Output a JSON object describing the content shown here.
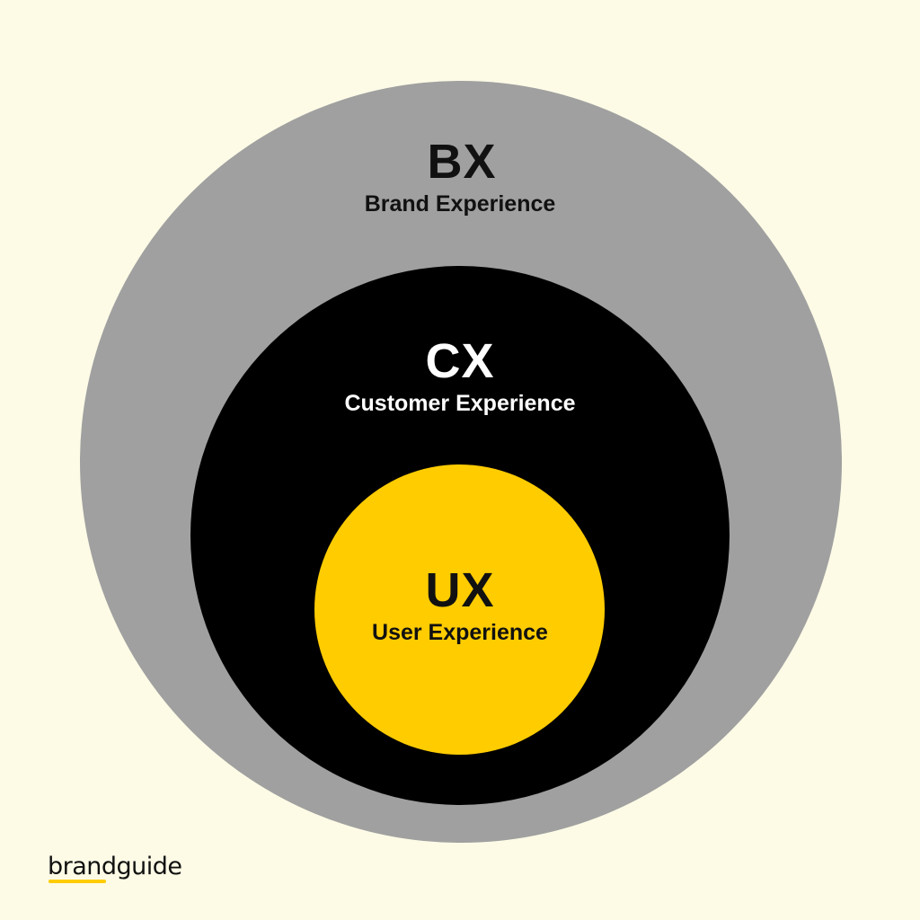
{
  "colors": {
    "background": "#fdfbe6",
    "bx_fill": "#a0a0a0",
    "cx_fill": "#000000",
    "ux_fill": "#ffcc00",
    "dark_text": "#111111",
    "light_text": "#ffffff",
    "logo_accent": "#ffcc00"
  },
  "layers": {
    "bx": {
      "abbreviation": "BX",
      "label": "Brand Experience"
    },
    "cx": {
      "abbreviation": "CX",
      "label": "Customer Experience"
    },
    "ux": {
      "abbreviation": "UX",
      "label": "User Experience"
    }
  },
  "logo": {
    "text": "brandguide"
  }
}
